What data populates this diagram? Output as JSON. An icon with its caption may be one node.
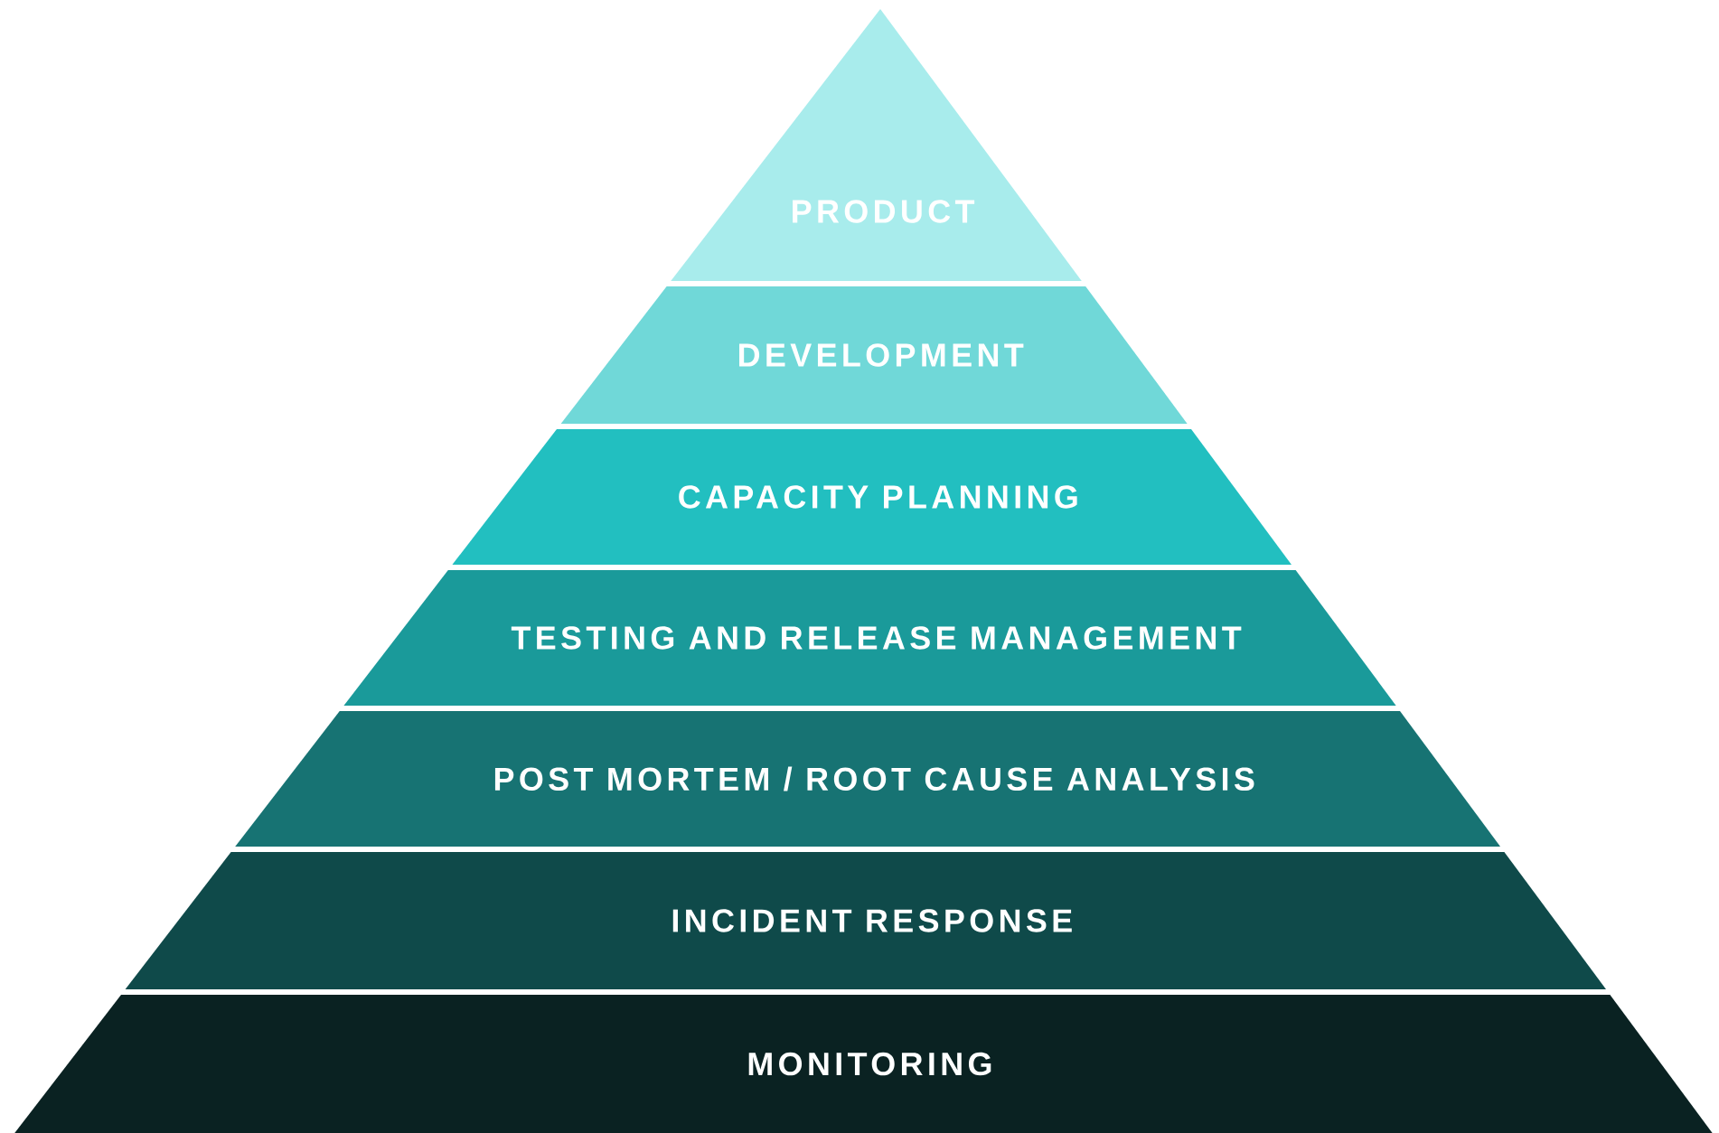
{
  "diagram": {
    "nodes": [
      {
        "text": [
          "PRODUCT"
        ]
      },
      {
        "text": [
          "DEVELOPMENT"
        ]
      },
      {
        "text": [
          "CAPACITY PLANNING"
        ]
      },
      {
        "text": [
          "TESTING AND RELEASE MANAGEMENT"
        ]
      },
      {
        "text": [
          "POST MORTEM / ROOT CAUSE ANALYSIS"
        ]
      },
      {
        "text": [
          "INCIDENT RESPONSE"
        ]
      },
      {
        "text": [
          "MONITORING"
        ]
      }
    ]
  }
}
